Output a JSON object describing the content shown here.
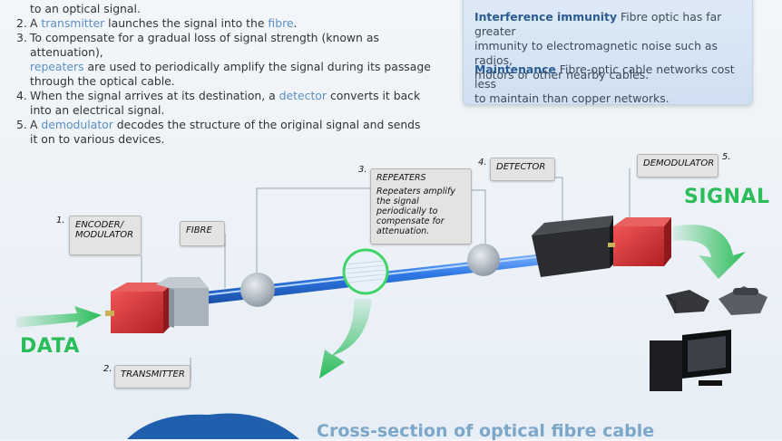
{
  "steps": [
    {
      "num": "",
      "parts": [
        {
          "t": "to an optical signal."
        }
      ]
    },
    {
      "num": "2.",
      "parts": [
        {
          "t": "A "
        },
        {
          "t": "transmitter",
          "k": 1
        },
        {
          "t": " launches the signal into the "
        },
        {
          "t": "fibre",
          "k": 1
        },
        {
          "t": "."
        }
      ]
    },
    {
      "num": "3.",
      "parts": [
        {
          "t": "To compensate for a gradual loss of signal strength (known as attenuation),"
        }
      ]
    },
    {
      "num": "",
      "parts": [
        {
          "t": "repeaters",
          "k": 1
        },
        {
          "t": " are used to periodically amplify the signal during its passage"
        }
      ]
    },
    {
      "num": "",
      "parts": [
        {
          "t": "through the optical cable."
        }
      ]
    },
    {
      "num": "4.",
      "parts": [
        {
          "t": "When the signal arrives at its destination, a "
        },
        {
          "t": "detector",
          "k": 1
        },
        {
          "t": " converts it back"
        }
      ]
    },
    {
      "num": "",
      "parts": [
        {
          "t": "into an electrical signal."
        }
      ]
    },
    {
      "num": "5.",
      "parts": [
        {
          "t": "A "
        },
        {
          "t": "demodulator",
          "k": 1
        },
        {
          "t": " decodes the structure of the original signal and sends"
        }
      ]
    },
    {
      "num": "",
      "parts": [
        {
          "t": "it on to various devices."
        }
      ]
    }
  ],
  "benefits": [
    {
      "title": "Interference immunity",
      "text": " Fibre optic has far greater",
      "cont": [
        "immunity to electromagnetic noise such as radios,",
        "motors or other nearby cables."
      ]
    },
    {
      "title": "Maintenance",
      "text": " Fibre-optic cable networks cost less",
      "cont": [
        "to maintain than copper networks."
      ]
    }
  ],
  "labels": {
    "n1": "1.",
    "encoder": "ENCODER/",
    "modulator": "MODULATOR",
    "fibre": "FIBRE",
    "n2": "2.",
    "transmitter": "TRANSMITTER",
    "n3": "3.",
    "repeaters": "REPEATERS",
    "repeaters_desc": [
      "Repeaters amplify",
      "the signal",
      "periodically to",
      "compensate for",
      "attenuation."
    ],
    "n4": "4.",
    "detector": "DETECTOR",
    "n5": "5.",
    "demodulator": "DEMODULATOR"
  },
  "arrows": {
    "data": "DATA",
    "signal": "SIGNAL"
  },
  "section_title": "Cross-section of optical fibre cable",
  "colors": {
    "keyword": "#5b8fc2",
    "accent_green": "#2bbd5a",
    "cable": "#2a6fd6",
    "device_red": "#d63a3a"
  }
}
